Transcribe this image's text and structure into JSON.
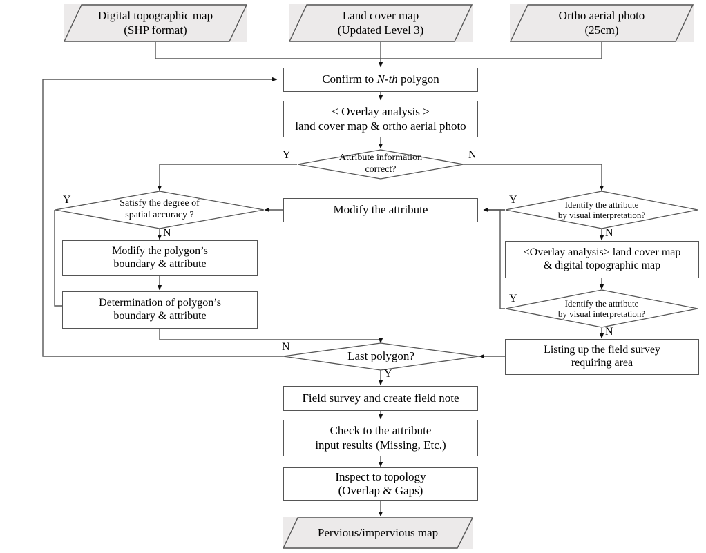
{
  "diagram": {
    "title": "Pervious/impervious map production workflow",
    "colors": {
      "shape_fill": "#ffffff",
      "terminator_fill": "#eceaea",
      "stroke": "#555555",
      "text": "#000000",
      "background": "#ffffff"
    }
  },
  "inputs": [
    {
      "id": "in-dtm",
      "line1": "Digital topographic map",
      "line2": "(SHP format)"
    },
    {
      "id": "in-lcm",
      "line1": "Land cover map",
      "line2": "(Updated Level 3)"
    },
    {
      "id": "in-ortho",
      "line1": "Ortho aerial photo",
      "line2": "(25cm)"
    }
  ],
  "process": {
    "confirm": {
      "pre": "Confirm to ",
      "em": "N-th",
      "post": " polygon"
    },
    "overlay_photo": {
      "line1": "< Overlay analysis >",
      "line2": "land cover map & ortho aerial photo"
    },
    "modify_attr": {
      "line1": "Modify the attribute"
    },
    "modify_poly": {
      "line1": "Modify the polygon’s",
      "line2": "boundary & attribute"
    },
    "determine_poly": {
      "line1": "Determination of  polygon’s",
      "line2": "boundary & attribute"
    },
    "overlay_dtm": {
      "line1": "<Overlay analysis> land cover map",
      "line2": "& digital topographic map"
    },
    "listing": {
      "line1": "Listing up the field survey",
      "line2": "requiring area"
    },
    "field_survey": {
      "line1": "Field survey and create field note"
    },
    "check_attr": {
      "line1": "Check to the attribute",
      "line2": "input results (Missing, Etc.)"
    },
    "inspect_topo": {
      "line1": "Inspect to topology",
      "line2": "(Overlap & Gaps)"
    }
  },
  "decisions": {
    "attr_correct": {
      "line1": "Attribute information",
      "line2": "correct?",
      "yes": "Y",
      "no": "N"
    },
    "spatial_acc": {
      "line1": "Satisfy the degree of",
      "line2": "spatial accuracy ?",
      "yes": "Y",
      "no": "N"
    },
    "identify_1": {
      "line1": "Identify the attribute",
      "line2": "by visual interpretation?",
      "yes": "Y",
      "no": "N"
    },
    "identify_2": {
      "line1": "Identify the attribute",
      "line2": "by visual interpretation?",
      "yes": "Y",
      "no": "N"
    },
    "last_polygon": {
      "line1": "Last polygon?",
      "yes": "Y",
      "no": "N"
    }
  },
  "output": {
    "line1": "Pervious/impervious  map"
  },
  "edge_labels": {
    "attr_correct_y": "Y",
    "attr_correct_n": "N",
    "spatial_acc_y": "Y",
    "spatial_acc_n": "N",
    "identify1_y": "Y",
    "identify1_n": "N",
    "identify2_y": "Y",
    "identify2_n": "N",
    "last_polygon_n": "N",
    "last_polygon_y": "Y"
  }
}
